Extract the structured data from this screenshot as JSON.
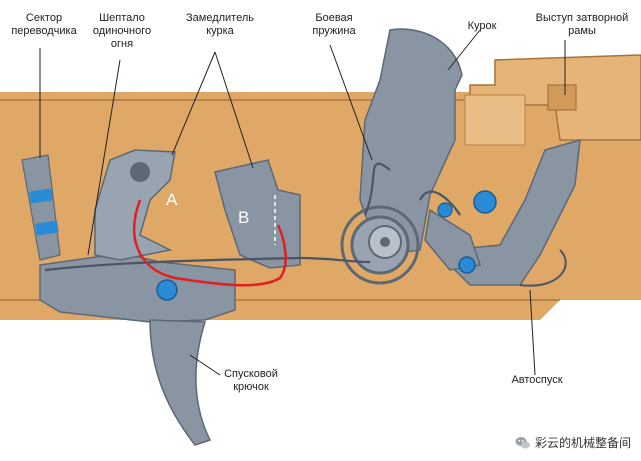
{
  "labels": {
    "selector_sector": "Сектор\nпереводчика",
    "single_fire_sear": "Шептало\nодиночного\nогня",
    "hammer_retarder": "Замедлитель\nкурка",
    "main_spring": "Боевая\nпружина",
    "hammer": "Курок",
    "bolt_carrier_lug": "Выступ затворной\nрамы",
    "trigger": "Спусковой\nкрючок",
    "auto_sear": "Автоспуск"
  },
  "markers": {
    "a": "A",
    "b": "B"
  },
  "watermark": {
    "text": "彩云的机械整备间",
    "icon": "wechat-icon"
  },
  "colors": {
    "receiver": "#dfa867",
    "receiver_shadow": "#b98246",
    "part_gray": "#8a95a3",
    "part_dark": "#5d6876",
    "pin_blue": "#2a8ad6",
    "highlight_red": "#e02020"
  }
}
